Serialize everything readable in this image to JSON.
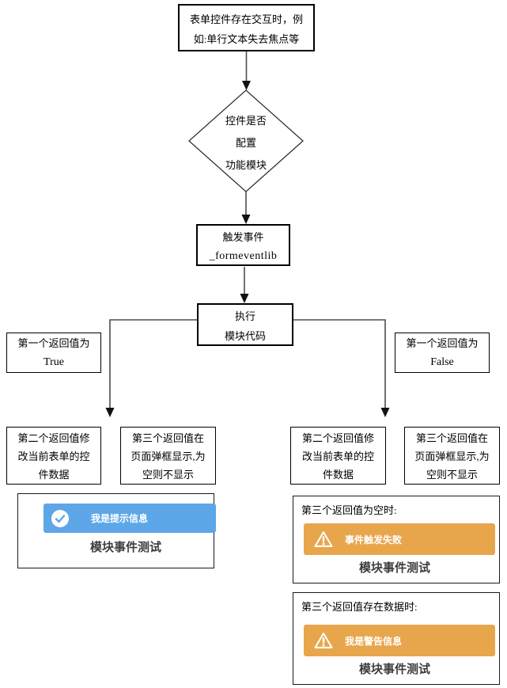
{
  "colors": {
    "success_toast": "#5da6e8",
    "warning_toast": "#e8a64c"
  },
  "flowchart": {
    "start_text": "表单控件存在交互时，例如:单行文本失去焦点等",
    "decision_lines": [
      "控件是否",
      "配置",
      "功能模块"
    ],
    "trigger_lines": [
      "触发事件",
      "_formeventlib"
    ],
    "execute_lines": [
      "执行",
      "模块代码"
    ],
    "branch_true_lines": [
      "第一个返回值为",
      "True"
    ],
    "branch_false_lines": [
      "第一个返回值为",
      "False"
    ],
    "outcomes": {
      "left_second": "第二个返回值修改当前表单的控件数据",
      "left_third": "第三个返回值在页面弹框显示,为空则不显示",
      "right_second": "第二个返回值修改当前表单的控件数据",
      "right_third": "第三个返回值在页面弹框显示,为空则不显示"
    }
  },
  "panels": {
    "success": {
      "toast_text": "我是提示信息",
      "caption": "模块事件测试",
      "icon": "check-circle"
    },
    "warning_empty": {
      "title": "第三个返回值为空时:",
      "toast_text": "事件触发失败",
      "caption": "模块事件测试",
      "icon": "warning-triangle"
    },
    "warning_data": {
      "title": "第三个返回值存在数据时:",
      "toast_text": "我是警告信息",
      "caption": "模块事件测试",
      "icon": "warning-triangle"
    }
  }
}
